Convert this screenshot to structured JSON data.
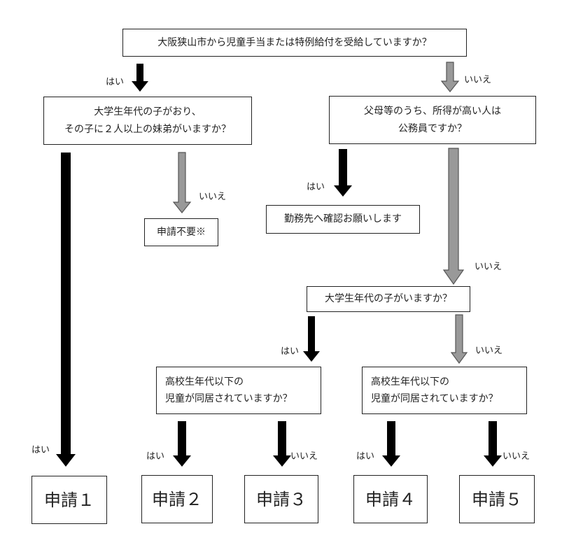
{
  "questions": {
    "q1": "大阪狭山市から児童手当または特例給付を受給していますか？",
    "q2_line1": "大学生年代の子がおり、",
    "q2_line2": "その子に２人以上の妹弟がいますか？",
    "q3_line1": "父母等のうち、所得が高い人は",
    "q3_line2": "公務員ですか？",
    "q4": "大学生年代の子がいますか？",
    "q5_line1": "高校生年代以下の",
    "q5_line2": "児童が同居されていますか？",
    "q6_line1": "高校生年代以下の",
    "q6_line2": "児童が同居されていますか？"
  },
  "outcomes": {
    "no_application": "申請不要※",
    "contact_employer": "勤務先へ確認お願いします",
    "app1": "申請１",
    "app2": "申請２",
    "app3": "申請３",
    "app4": "申請４",
    "app5": "申請５"
  },
  "labels": {
    "yes": "はい",
    "no": "いいえ"
  },
  "colors": {
    "yes_arrow": "#000000",
    "no_arrow_fill": "#999999",
    "no_arrow_stroke": "#555555",
    "box_border": "#222222"
  }
}
